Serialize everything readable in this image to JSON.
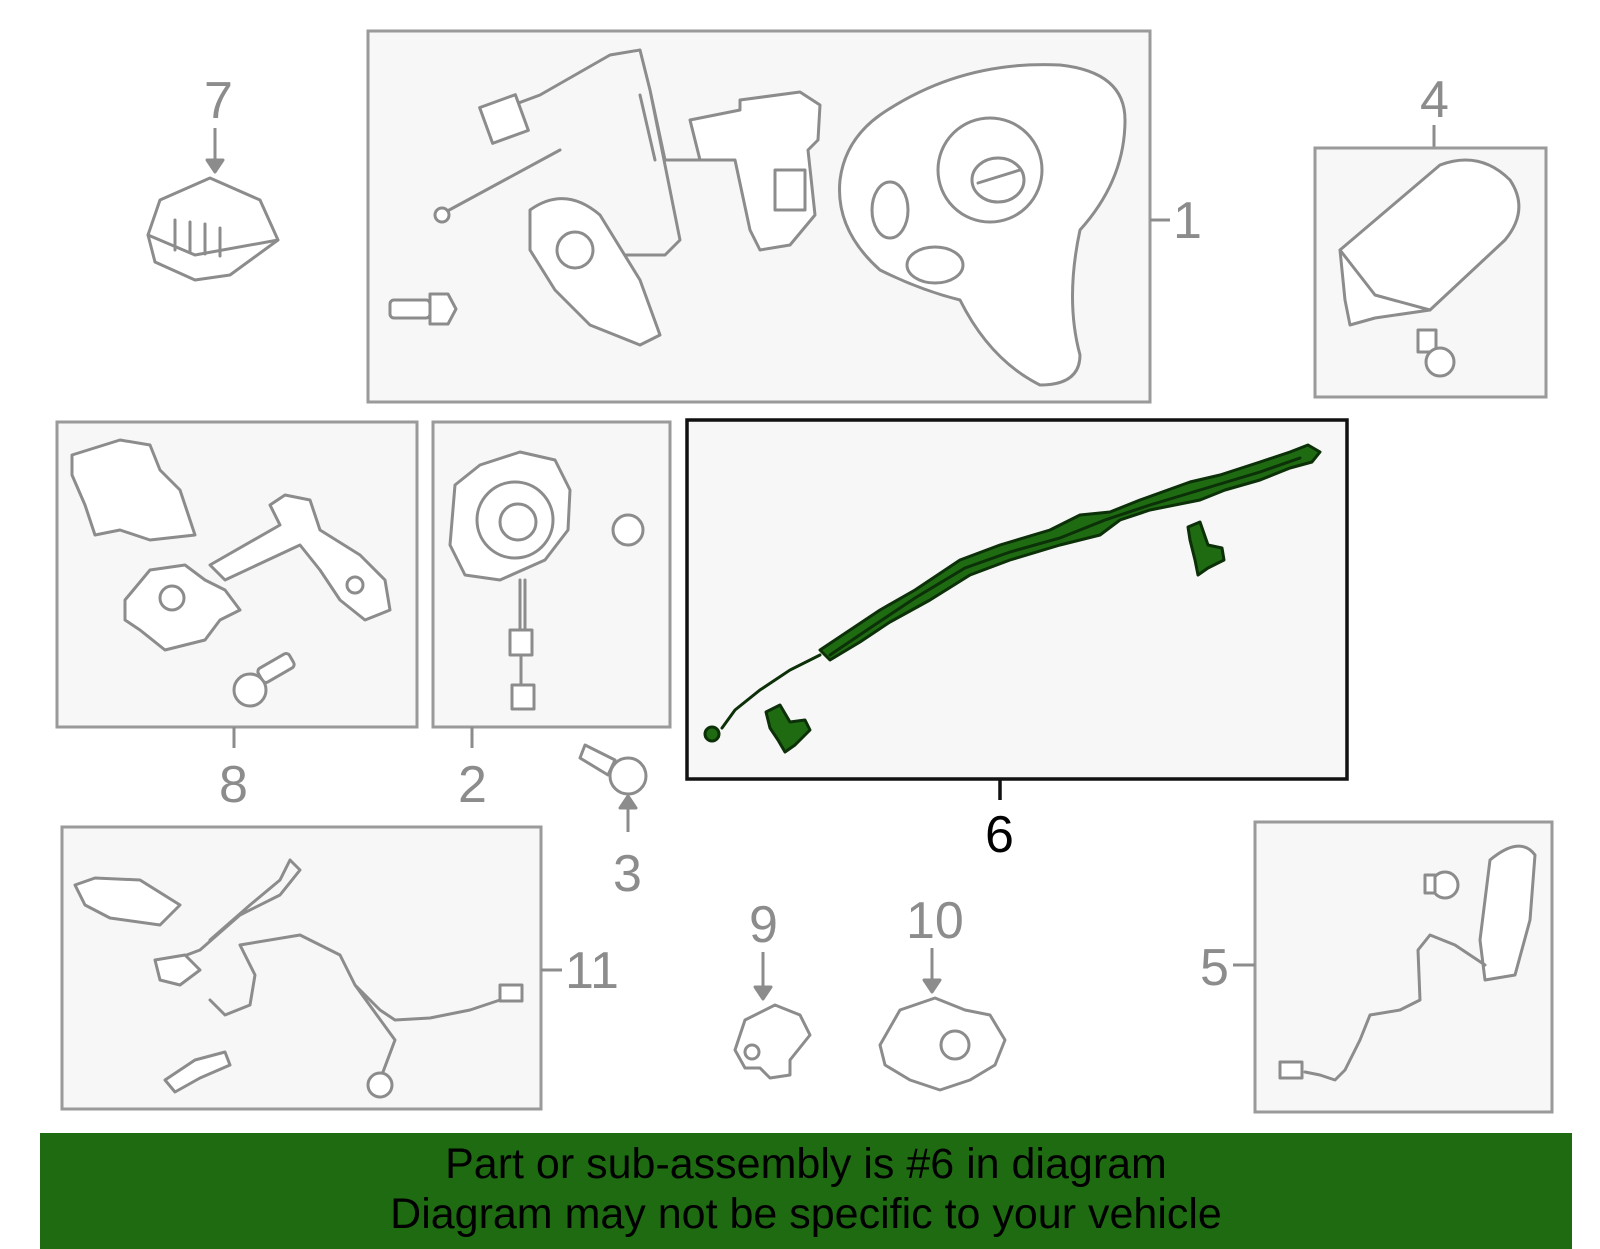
{
  "diagram": {
    "callouts": [
      {
        "id": "1",
        "label": "1"
      },
      {
        "id": "2",
        "label": "2"
      },
      {
        "id": "3",
        "label": "3"
      },
      {
        "id": "4",
        "label": "4"
      },
      {
        "id": "5",
        "label": "5"
      },
      {
        "id": "6",
        "label": "6"
      },
      {
        "id": "7",
        "label": "7"
      },
      {
        "id": "8",
        "label": "8"
      },
      {
        "id": "9",
        "label": "9"
      },
      {
        "id": "10",
        "label": "10"
      },
      {
        "id": "11",
        "label": "11"
      }
    ],
    "highlighted_part": "6",
    "colors": {
      "highlight": "#1e6b12",
      "part_stroke": "#8c8c8c",
      "box_fill": "#f7f7f7",
      "banner": "#1e6b12"
    }
  },
  "banner": {
    "line1": "Part or sub-assembly is #6 in diagram",
    "line2": "Diagram may not be specific to your vehicle"
  }
}
